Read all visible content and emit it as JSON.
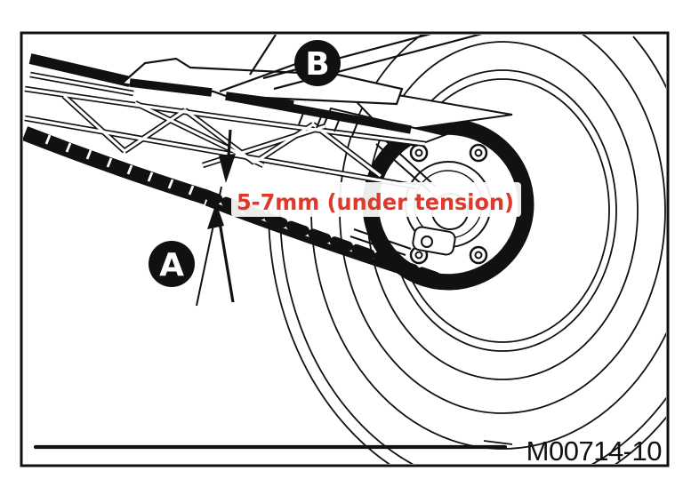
{
  "callouts": {
    "a": "A",
    "b": "B"
  },
  "annotation": {
    "text": "5-7mm (under tension)",
    "color": "#DE3A2B"
  },
  "part_number": "M00714-10",
  "colors": {
    "ink": "#111111",
    "background": "#FFFFFF",
    "accent_red": "#DE3A2B"
  },
  "icons": {
    "upper_arrow": "arrow-down-icon",
    "lower_arrow": "arrow-up-icon"
  }
}
